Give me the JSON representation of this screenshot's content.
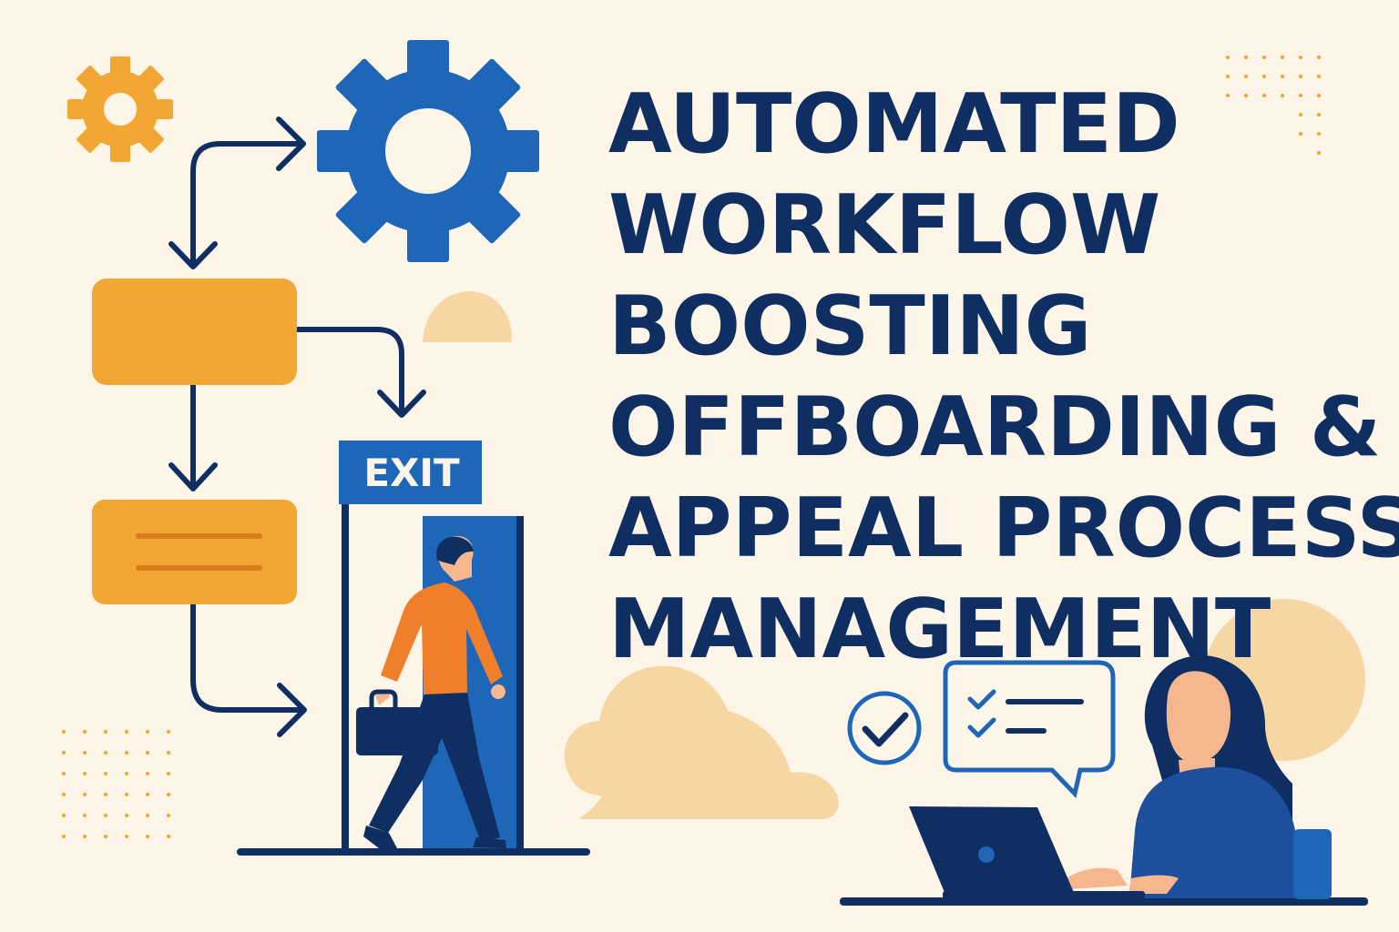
{
  "headline": {
    "lines": [
      "AUTOMATED",
      "WORKFLOW",
      "BOOSTING",
      "OFFBOARDING &",
      "APPEAL PROCESS",
      "MANAGEMENT"
    ]
  },
  "exit_sign": {
    "label": "EXIT"
  },
  "colors": {
    "background": "#fcf5e8",
    "navy": "#0f2f63",
    "blue": "#1d66b8",
    "orange": "#f2a735",
    "shirt_orange": "#ef7f2a",
    "soft_orange": "#f6d7a4",
    "skin": "#f6b78f"
  },
  "icons": {
    "small_gear": "gear-icon",
    "large_gear": "gear-icon",
    "check_badge": "check-circle-icon",
    "chat_bubble": "checklist-speech-bubble-icon",
    "laptop": "laptop-icon",
    "briefcase": "briefcase-icon",
    "door": "door-icon"
  }
}
